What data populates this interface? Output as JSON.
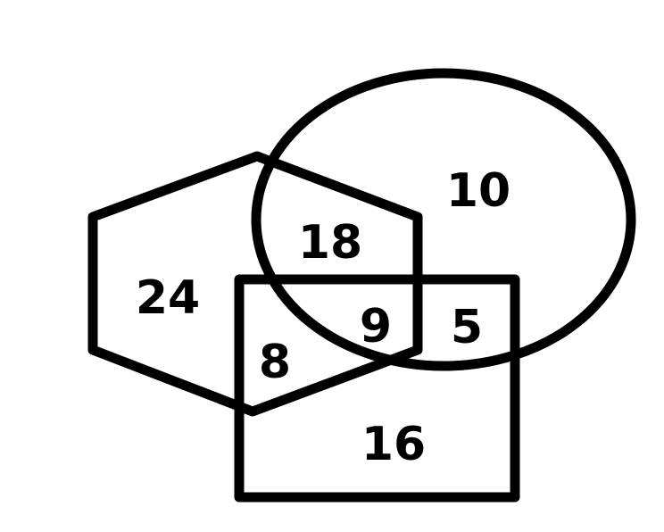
{
  "colors": {
    "background": "#ffffff",
    "stroke": "#000000",
    "text": "#000000"
  },
  "shapes": [
    "hexagon",
    "circle",
    "rectangle"
  ],
  "regions": {
    "hexagon_only": "24",
    "hexagon_circle": "18",
    "circle_only": "10",
    "all_three": "9",
    "circle_rectangle": "5",
    "hexagon_rectangle": "8",
    "rectangle_only": "16"
  }
}
